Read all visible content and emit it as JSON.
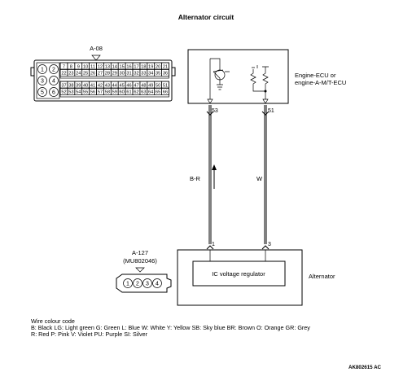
{
  "title": "Alternator circuit",
  "connector_a08": {
    "id": "A-08",
    "big_pins": [
      "1",
      "2",
      "3",
      "4",
      "5",
      "6"
    ],
    "row1": [
      "7",
      "8",
      "9",
      "10",
      "11",
      "12",
      "13",
      "14",
      "15",
      "16",
      "17",
      "18",
      "19",
      "20",
      "21"
    ],
    "row2": [
      "22",
      "23",
      "24",
      "25",
      "26",
      "27",
      "28",
      "29",
      "30",
      "31",
      "32",
      "33",
      "34",
      "35",
      "36"
    ],
    "row3": [
      "37",
      "38",
      "39",
      "40",
      "41",
      "42",
      "43",
      "44",
      "45",
      "46",
      "47",
      "48",
      "49",
      "50",
      "51"
    ],
    "row4": [
      "52",
      "53",
      "54",
      "55",
      "56",
      "57",
      "58",
      "59",
      "60",
      "61",
      "62",
      "63",
      "64",
      "65",
      "66"
    ]
  },
  "ecu": {
    "label_line1": "Engine-ECU or",
    "label_line2": "engine-A-M/T-ECU",
    "pin_left": "53",
    "pin_right": "51"
  },
  "wires": {
    "left_color": "B-R",
    "right_color": "W"
  },
  "connector_a127": {
    "id": "A-127",
    "part": "(MU802046)",
    "pins": [
      "1",
      "2",
      "3",
      "4"
    ]
  },
  "alternator": {
    "label": "Alternator",
    "regulator_label": "IC voltage regulator",
    "pin_left": "1",
    "pin_right": "3"
  },
  "legend": {
    "heading": "Wire colour code",
    "line1": "B: Black  LG: Light green  G: Green  L: Blue  W: White  Y: Yellow  SB: Sky blue  BR: Brown  O: Orange  GR: Grey",
    "line2": "R: Red  P: Pink  V: Violet  PU: Purple  SI: Silver"
  },
  "reference": "AK802615 AC"
}
